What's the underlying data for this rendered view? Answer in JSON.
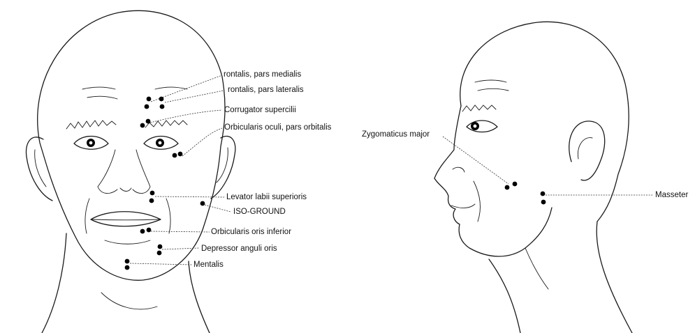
{
  "frontal_view": {
    "labels": {
      "frontalis_medialis": "rontalis, pars medialis",
      "frontalis_lateralis": "rontalis, pars lateralis",
      "corrugator": "Corrugator supercilii",
      "orbicularis_oculi": "Orbicularis oculi, pars orbitalis",
      "levator_labii": "Levator labii superioris",
      "iso_ground": "ISO-GROUND",
      "orbicularis_oris": "Orbicularis oris inferior",
      "depressor": "Depressor anguli oris",
      "mentalis": "Mentalis"
    }
  },
  "profile_view": {
    "labels": {
      "zygomaticus": "Zygomaticus major",
      "masseter": "Masseter"
    }
  }
}
